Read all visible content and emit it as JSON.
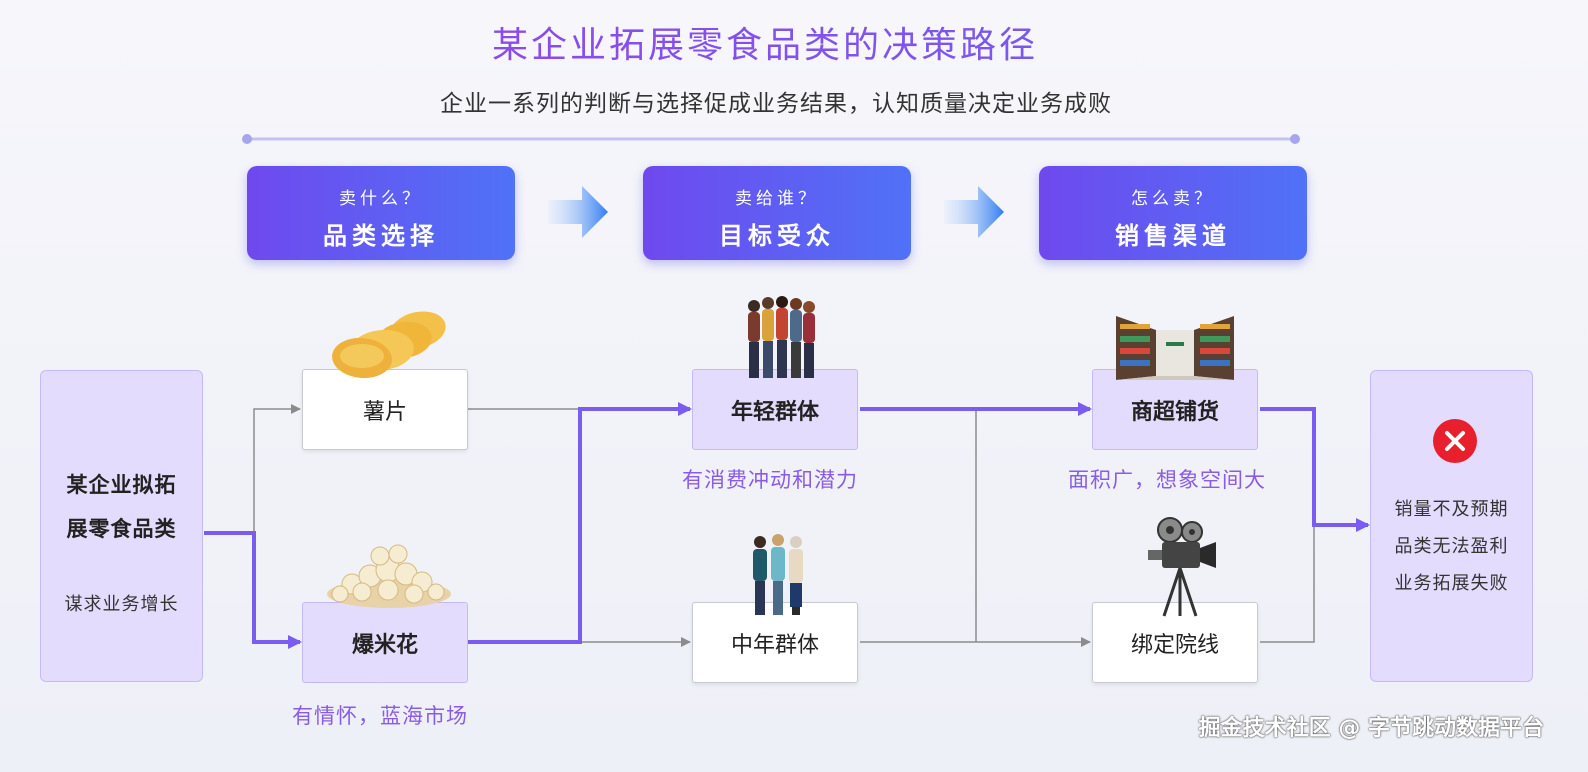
{
  "title": "某企业拓展零食品类的决策路径",
  "subtitle": "企业一系列的判断与选择促成业务结果，认知质量决定业务成败",
  "stages": [
    {
      "question": "卖什么？",
      "title": "品类选择"
    },
    {
      "question": "卖给谁？",
      "title": "目标受众"
    },
    {
      "question": "怎么卖？",
      "title": "销售渠道"
    }
  ],
  "start": {
    "line1": "某企业拟拓",
    "line2": "展零食品类",
    "sub": "谋求业务增长"
  },
  "category": {
    "chips": "薯片",
    "popcorn": "爆米花",
    "popcorn_note": "有情怀，蓝海市场"
  },
  "audience": {
    "young": "年轻群体",
    "young_note": "有消费冲动和潜力",
    "middle": "中年群体"
  },
  "channel": {
    "supermarket": "商超铺货",
    "supermarket_note": "面积广，想象空间大",
    "cinema": "绑定院线"
  },
  "result": {
    "line1": "销量不及预期",
    "line2": "品类无法盈利",
    "line3": "业务拓展失败"
  },
  "watermark": "掘金技术社区 @ 字节跳动数据平台",
  "colors": {
    "accent": "#7b5cf0",
    "fail": "#e8202e",
    "gray_line": "#8c8c8c"
  },
  "icons": [
    "chips-icon",
    "popcorn-icon",
    "young-people-icon",
    "middle-aged-people-icon",
    "supermarket-icon",
    "movie-camera-icon",
    "cross-icon",
    "chevron-arrow-icon"
  ]
}
